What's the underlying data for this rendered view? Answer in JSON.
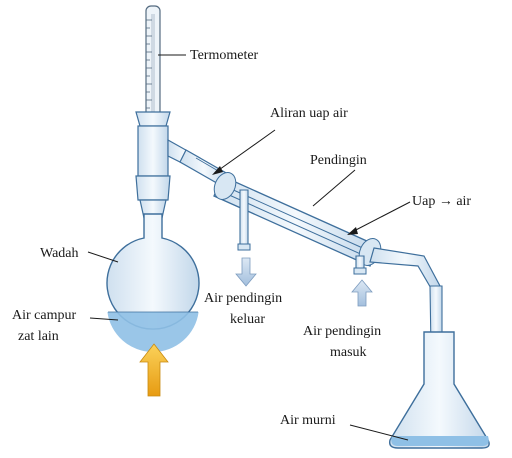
{
  "labels": {
    "termometer": "Termometer",
    "aliran_uap_air": "Aliran uap air",
    "pendingin": "Pendingin",
    "uap_air": "Uap → air",
    "wadah": "Wadah",
    "air_campur_line1": "Air campur",
    "air_campur_line2": "zat lain",
    "air_pendingin_keluar_line1": "Air pendingin",
    "air_pendingin_keluar_line2": "keluar",
    "air_pendingin_masuk_line1": "Air pendingin",
    "air_pendingin_masuk_line2": "masuk",
    "air_murni": "Air murni"
  },
  "colors": {
    "glass_fill": "#e6f0f8",
    "glass_stroke": "#3e6f9c",
    "water": "#8fc0e6",
    "heat_arrow": "#f2b11a",
    "flow_arrow": "#a8c4e2"
  }
}
